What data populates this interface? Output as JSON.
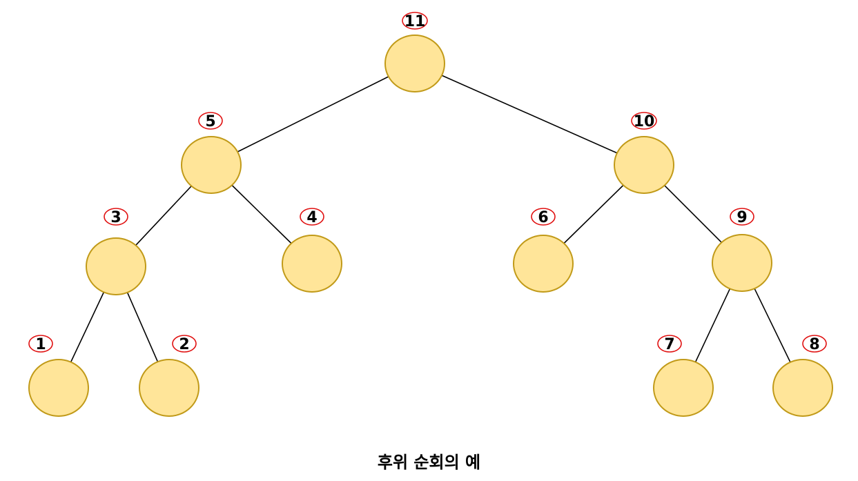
{
  "caption": "후위 순회의 예",
  "colors": {
    "node_fill": "#ffe599",
    "node_stroke": "#c19a18",
    "badge_stroke": "#e01010",
    "edge": "#000000"
  },
  "tree": {
    "nodes": [
      {
        "id": "root",
        "order": "11"
      },
      {
        "id": "L",
        "order": "5"
      },
      {
        "id": "R",
        "order": "10"
      },
      {
        "id": "LL",
        "order": "3"
      },
      {
        "id": "LR",
        "order": "4"
      },
      {
        "id": "RL",
        "order": "6"
      },
      {
        "id": "RR",
        "order": "9"
      },
      {
        "id": "LLL",
        "order": "1"
      },
      {
        "id": "LLR",
        "order": "2"
      },
      {
        "id": "RRL",
        "order": "7"
      },
      {
        "id": "RRR",
        "order": "8"
      }
    ],
    "edges": [
      [
        "root",
        "L"
      ],
      [
        "root",
        "R"
      ],
      [
        "L",
        "LL"
      ],
      [
        "L",
        "LR"
      ],
      [
        "R",
        "RL"
      ],
      [
        "R",
        "RR"
      ],
      [
        "LL",
        "LLL"
      ],
      [
        "LL",
        "LLR"
      ],
      [
        "RR",
        "RRL"
      ],
      [
        "RR",
        "RRR"
      ]
    ]
  }
}
